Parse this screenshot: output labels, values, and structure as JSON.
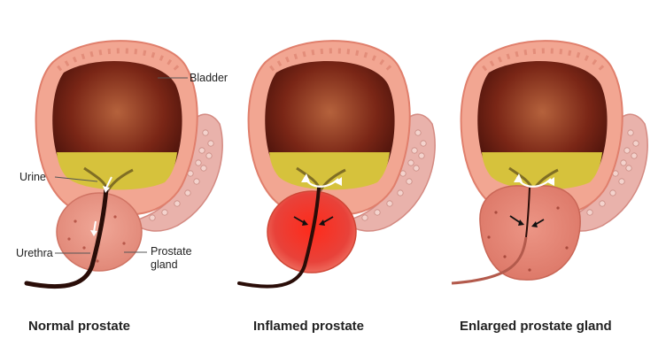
{
  "panels": [
    {
      "caption": "Normal prostate"
    },
    {
      "caption": "Inflamed prostate"
    },
    {
      "caption": "Enlarged prostate gland"
    }
  ],
  "labels": {
    "bladder": "Bladder",
    "urine": "Urine",
    "urethra": "Urethra",
    "prostate_line1": "Prostate",
    "prostate_line2": "gland"
  },
  "colors": {
    "bladder_wall": "#f2a692",
    "bladder_wall_dark": "#e07f6c",
    "bladder_inner": "#5a1710",
    "urine": "#d6c23c",
    "prostate_normal": "#ea9a8c",
    "prostate_inflamed": "#e63b2c",
    "urethra": "#2a0d08",
    "seminal": "#e9b2ab"
  }
}
